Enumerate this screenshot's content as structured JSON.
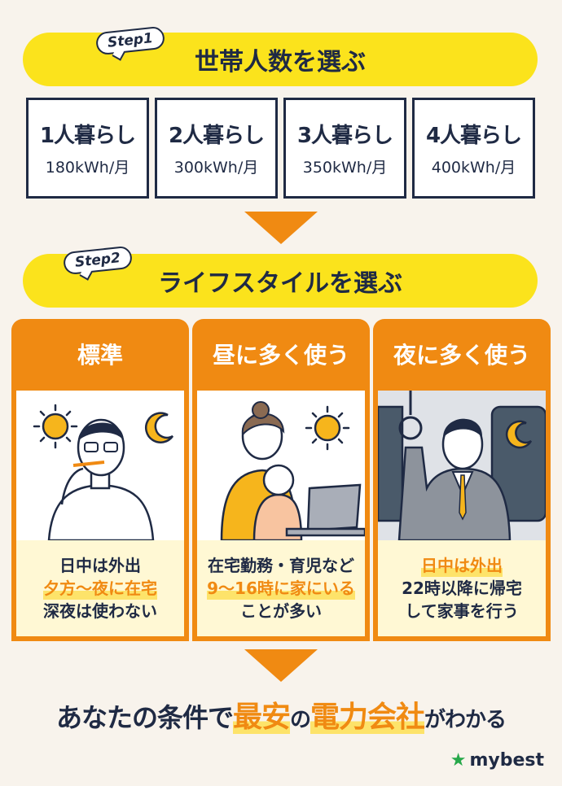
{
  "step1": {
    "badge": "Step1",
    "title": "世帯人数を選ぶ"
  },
  "households": [
    {
      "label": "1人暮らし",
      "value": "180kWh/月"
    },
    {
      "label": "2人暮らし",
      "value": "300kWh/月"
    },
    {
      "label": "3人暮らし",
      "value": "350kWh/月"
    },
    {
      "label": "4人暮らし",
      "value": "400kWh/月"
    }
  ],
  "step2": {
    "badge": "Step2",
    "title": "ライフスタイルを選ぶ"
  },
  "lifestyles": [
    {
      "title": "標準",
      "line1": "日中は外出",
      "line2": "夕方〜夜に在宅",
      "line3": "深夜は使わない"
    },
    {
      "title": "昼に多く使う",
      "line1": "在宅勤務・育児など",
      "line2": "9〜16時に家にいる",
      "line3": "ことが多い"
    },
    {
      "title": "夜に多く使う",
      "line1": "日中は外出",
      "line2": "22時以降に帰宅",
      "line3": "して家事を行う"
    }
  ],
  "result": {
    "part1": "あなたの条件で",
    "part2": "最安",
    "part3": "の",
    "part4": "電力会社",
    "part5": "がわかる"
  },
  "brand": {
    "name": "mybest",
    "icon": "star-icon"
  },
  "colors": {
    "yellow": "#fbe31c",
    "orange": "#f08a12",
    "navy": "#1f2a44",
    "green": "#27a84a"
  }
}
